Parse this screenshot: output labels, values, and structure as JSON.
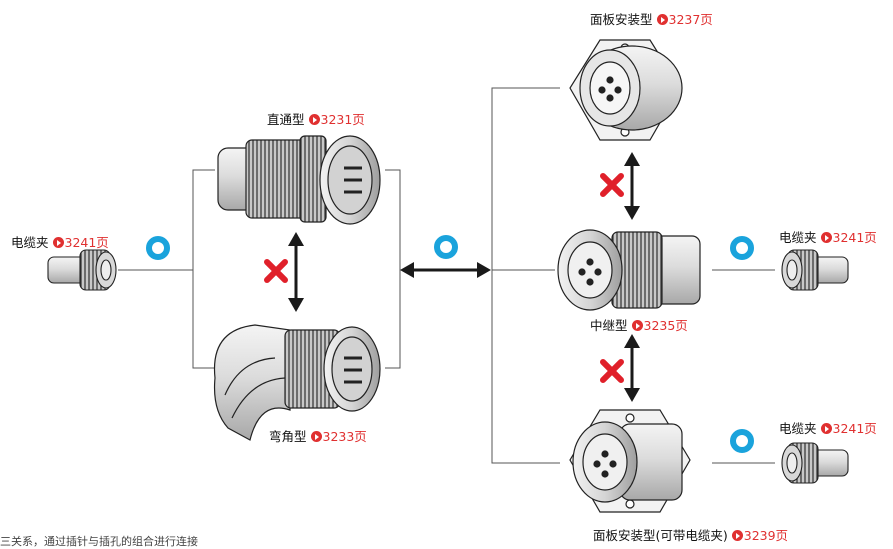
{
  "labels": {
    "straight": {
      "name": "直通型",
      "ref": "3231页"
    },
    "elbow": {
      "name": "弯角型",
      "ref": "3233页"
    },
    "cable_clamp_left": {
      "name": "电缆夹",
      "ref": "3241页"
    },
    "panel_mount": {
      "name": "面板安装型",
      "ref": "3237页"
    },
    "relay": {
      "name": "中继型",
      "ref": "3235页"
    },
    "cable_clamp_right_top": {
      "name": "电缆夹",
      "ref": "3241页"
    },
    "cable_clamp_right_bottom": {
      "name": "电缆夹",
      "ref": "3241页"
    },
    "panel_mount_clamp": {
      "name": "面板安装型(可带电缆夹)",
      "ref": "3239页"
    }
  },
  "note": "三关系，通过插针与插孔的组合进行连接",
  "colors": {
    "compatible": "#1aa3dc",
    "incompatible": "#e0202a",
    "reference": "#e03030",
    "line": "#555555"
  }
}
